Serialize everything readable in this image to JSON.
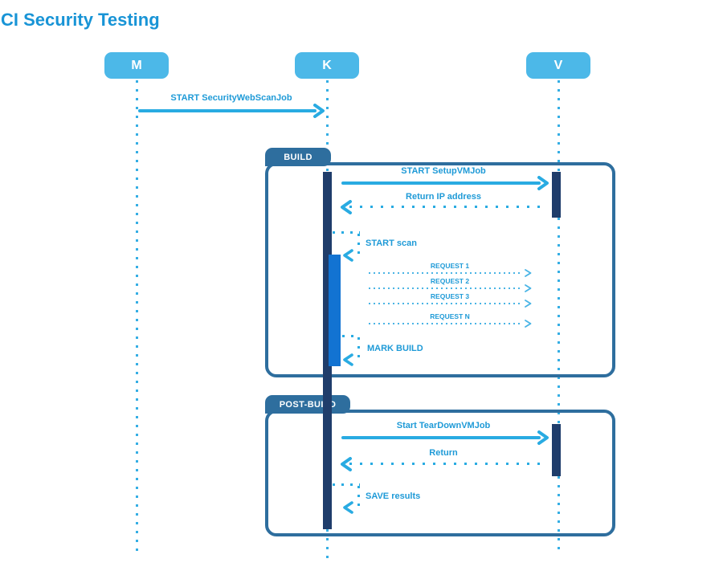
{
  "title": "CI Security Testing",
  "colors": {
    "accent_arrow": "#29abe2",
    "title_blue": "#1894d6",
    "frame_border": "#2e6e9e",
    "activation_dark": "#1f3d6b",
    "activation_bright": "#1273d2",
    "actor_fill": "#4cb8e8"
  },
  "actors": [
    {
      "id": "M",
      "label": "M"
    },
    {
      "id": "K",
      "label": "K"
    },
    {
      "id": "V",
      "label": "V"
    }
  ],
  "frames": [
    {
      "label": "BUILD"
    },
    {
      "label": "POST-BUILD"
    }
  ],
  "messages": [
    {
      "label": "START SecurityWebScanJob",
      "from": "M",
      "to": "K",
      "style": "solid"
    },
    {
      "label": "START SetupVMJob",
      "from": "K",
      "to": "V",
      "style": "solid"
    },
    {
      "label": "Return IP address",
      "from": "V",
      "to": "K",
      "style": "dotted"
    },
    {
      "label": "START scan",
      "from": "K",
      "to": "K",
      "style": "self"
    },
    {
      "label": "REQUEST 1",
      "from": "K",
      "to": "V",
      "style": "fine-dotted"
    },
    {
      "label": "REQUEST 2",
      "from": "K",
      "to": "V",
      "style": "fine-dotted"
    },
    {
      "label": "REQUEST 3",
      "from": "K",
      "to": "V",
      "style": "fine-dotted"
    },
    {
      "label": "REQUEST N",
      "from": "K",
      "to": "V",
      "style": "fine-dotted"
    },
    {
      "label": "MARK BUILD",
      "from": "K",
      "to": "K",
      "style": "self"
    },
    {
      "label": "Start TearDownVMJob",
      "from": "K",
      "to": "V",
      "style": "solid"
    },
    {
      "label": "Return",
      "from": "V",
      "to": "K",
      "style": "dotted"
    },
    {
      "label": "SAVE results",
      "from": "K",
      "to": "K",
      "style": "self"
    }
  ]
}
